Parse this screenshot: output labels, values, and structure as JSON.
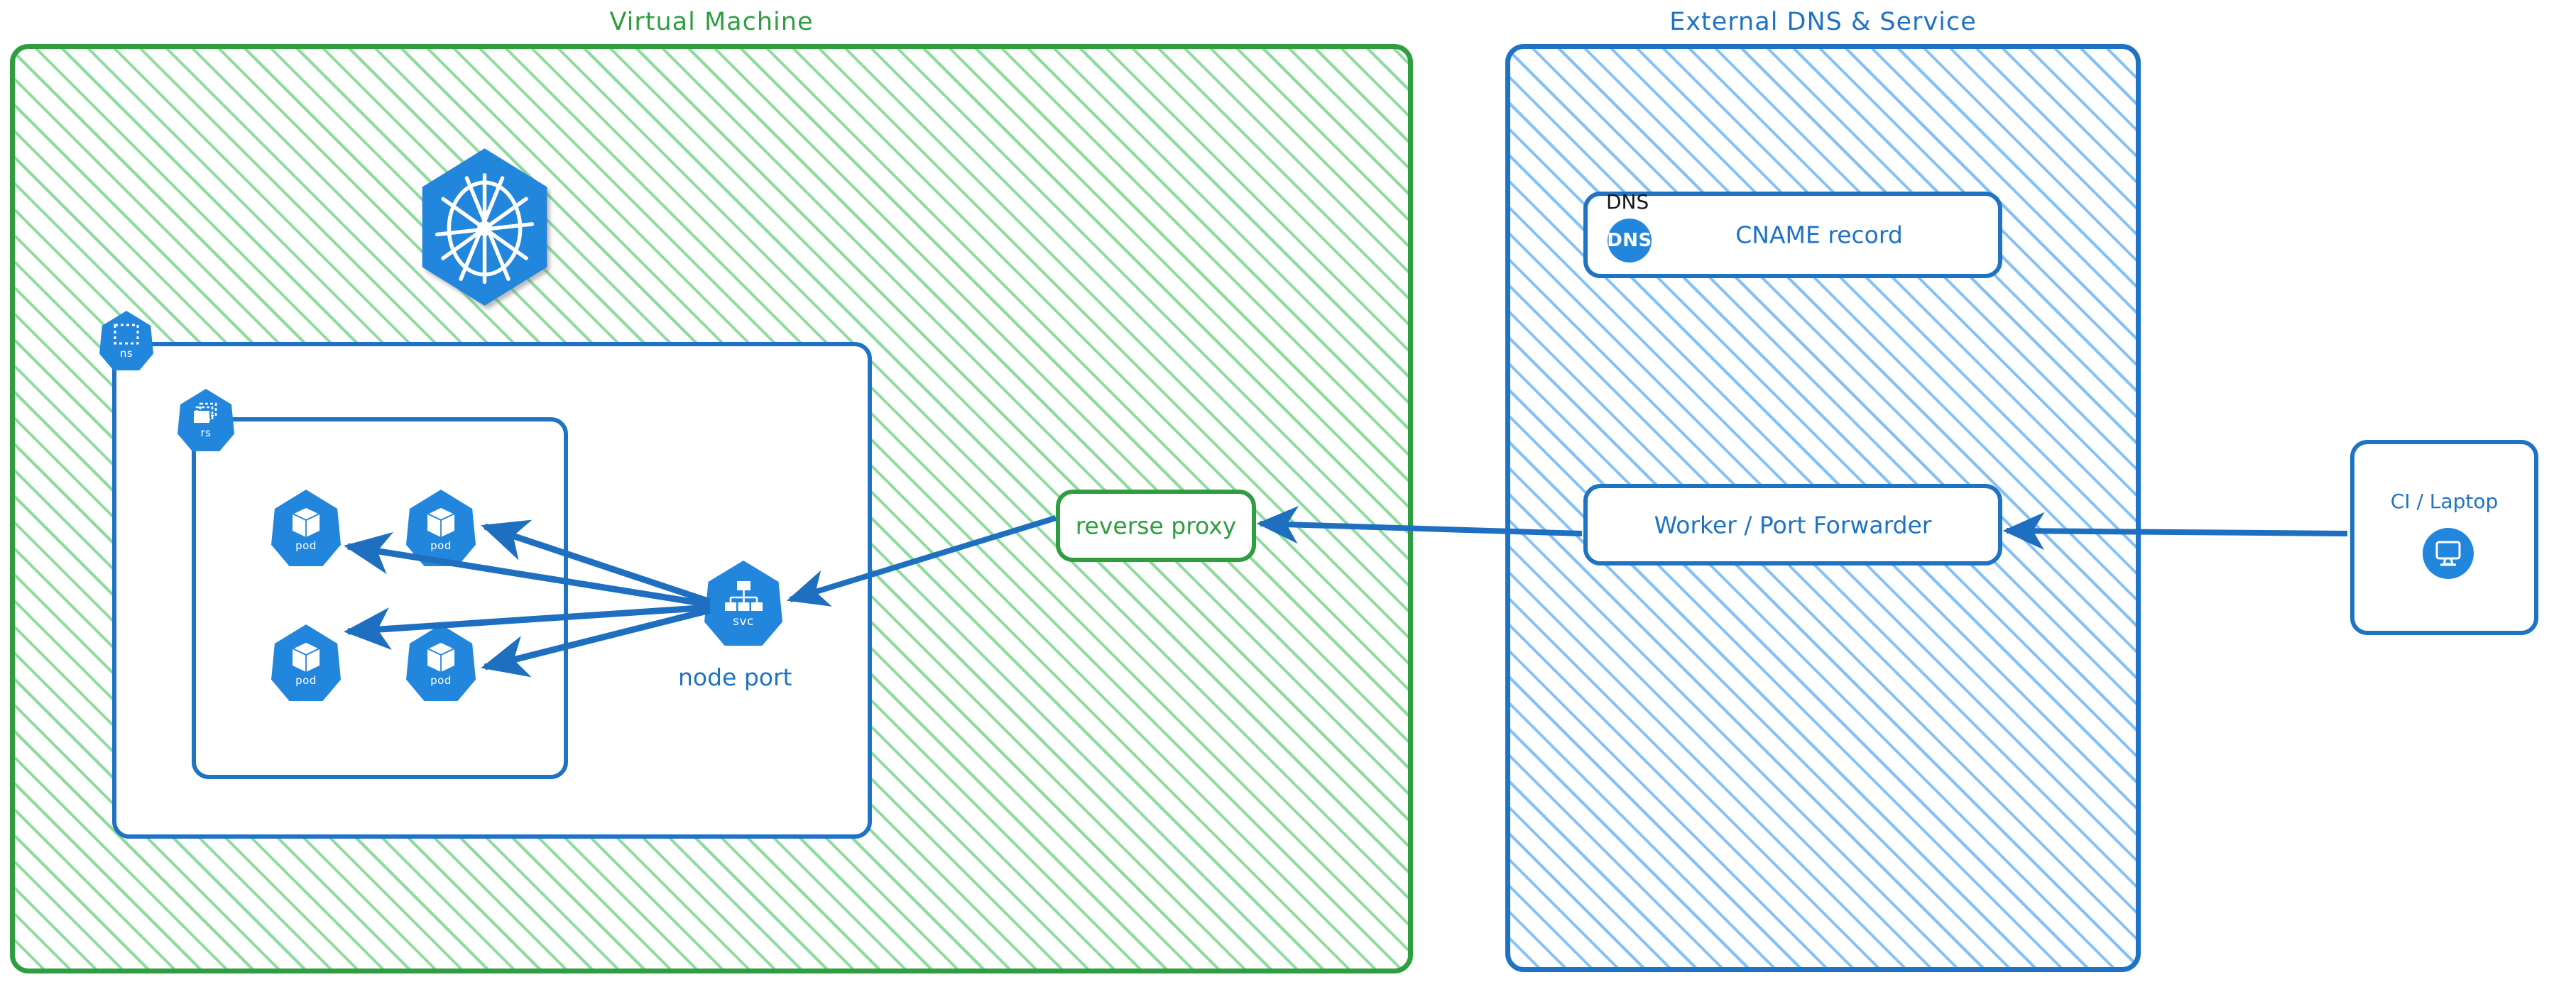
{
  "diagram": {
    "title_hidden": "Kubernetes NodePort exposure via reverse proxy and external DNS",
    "colors": {
      "green_stroke": "#2f9e41",
      "green_hatch": "#7ad68c",
      "blue_stroke": "#1e73c4",
      "blue_hatch": "#7dbef6",
      "k8s_blue": "#2386dd",
      "text_dark": "#15171a",
      "white": "#ffffff"
    }
  },
  "regions": [
    {
      "id": "virtual-machine",
      "title": "Virtual Machine",
      "accent": "#2f9e41",
      "fill": "hatched-green"
    },
    {
      "id": "external-dns-service",
      "title": "External DNS & Service",
      "accent": "#1e73c4",
      "fill": "hatched-blue"
    }
  ],
  "vm": {
    "title": "Virtual Machine",
    "control_plane": {
      "icon": "kubernetes-wheel-icon",
      "label": ""
    },
    "namespace": {
      "badge_caption": "ns",
      "badge_icon": "namespace-icon"
    },
    "replicaset": {
      "badge_caption": "rs",
      "badge_icon": "replicaset-icon"
    },
    "pods": [
      {
        "caption": "pod",
        "icon": "pod-cube-icon"
      },
      {
        "caption": "pod",
        "icon": "pod-cube-icon"
      },
      {
        "caption": "pod",
        "icon": "pod-cube-icon"
      },
      {
        "caption": "pod",
        "icon": "pod-cube-icon"
      }
    ],
    "service": {
      "caption": "svc",
      "icon": "service-tree-icon",
      "label": "node port"
    },
    "reverse_proxy": {
      "label": "reverse proxy"
    }
  },
  "external": {
    "title": "External DNS & Service",
    "dns_box": {
      "kicker": "DNS",
      "badge_text": "DNS",
      "badge_icon": "dns-circle-icon",
      "label": "CNAME record"
    },
    "worker_box": {
      "label": "Worker / Port Forwarder"
    }
  },
  "client": {
    "box": {
      "label": "CI / Laptop",
      "icon": "desktop-monitor-icon"
    }
  },
  "connections": [
    {
      "from": "svc",
      "to": "pod-1",
      "direction": "to-pod"
    },
    {
      "from": "svc",
      "to": "pod-2",
      "direction": "to-pod"
    },
    {
      "from": "svc",
      "to": "pod-3",
      "direction": "to-pod"
    },
    {
      "from": "svc",
      "to": "pod-4",
      "direction": "to-pod"
    },
    {
      "from": "reverse-proxy",
      "to": "svc",
      "direction": "left"
    },
    {
      "from": "worker-port-forwarder",
      "to": "reverse-proxy",
      "direction": "left"
    },
    {
      "from": "ci-laptop",
      "to": "worker-port-forwarder",
      "direction": "left"
    }
  ]
}
